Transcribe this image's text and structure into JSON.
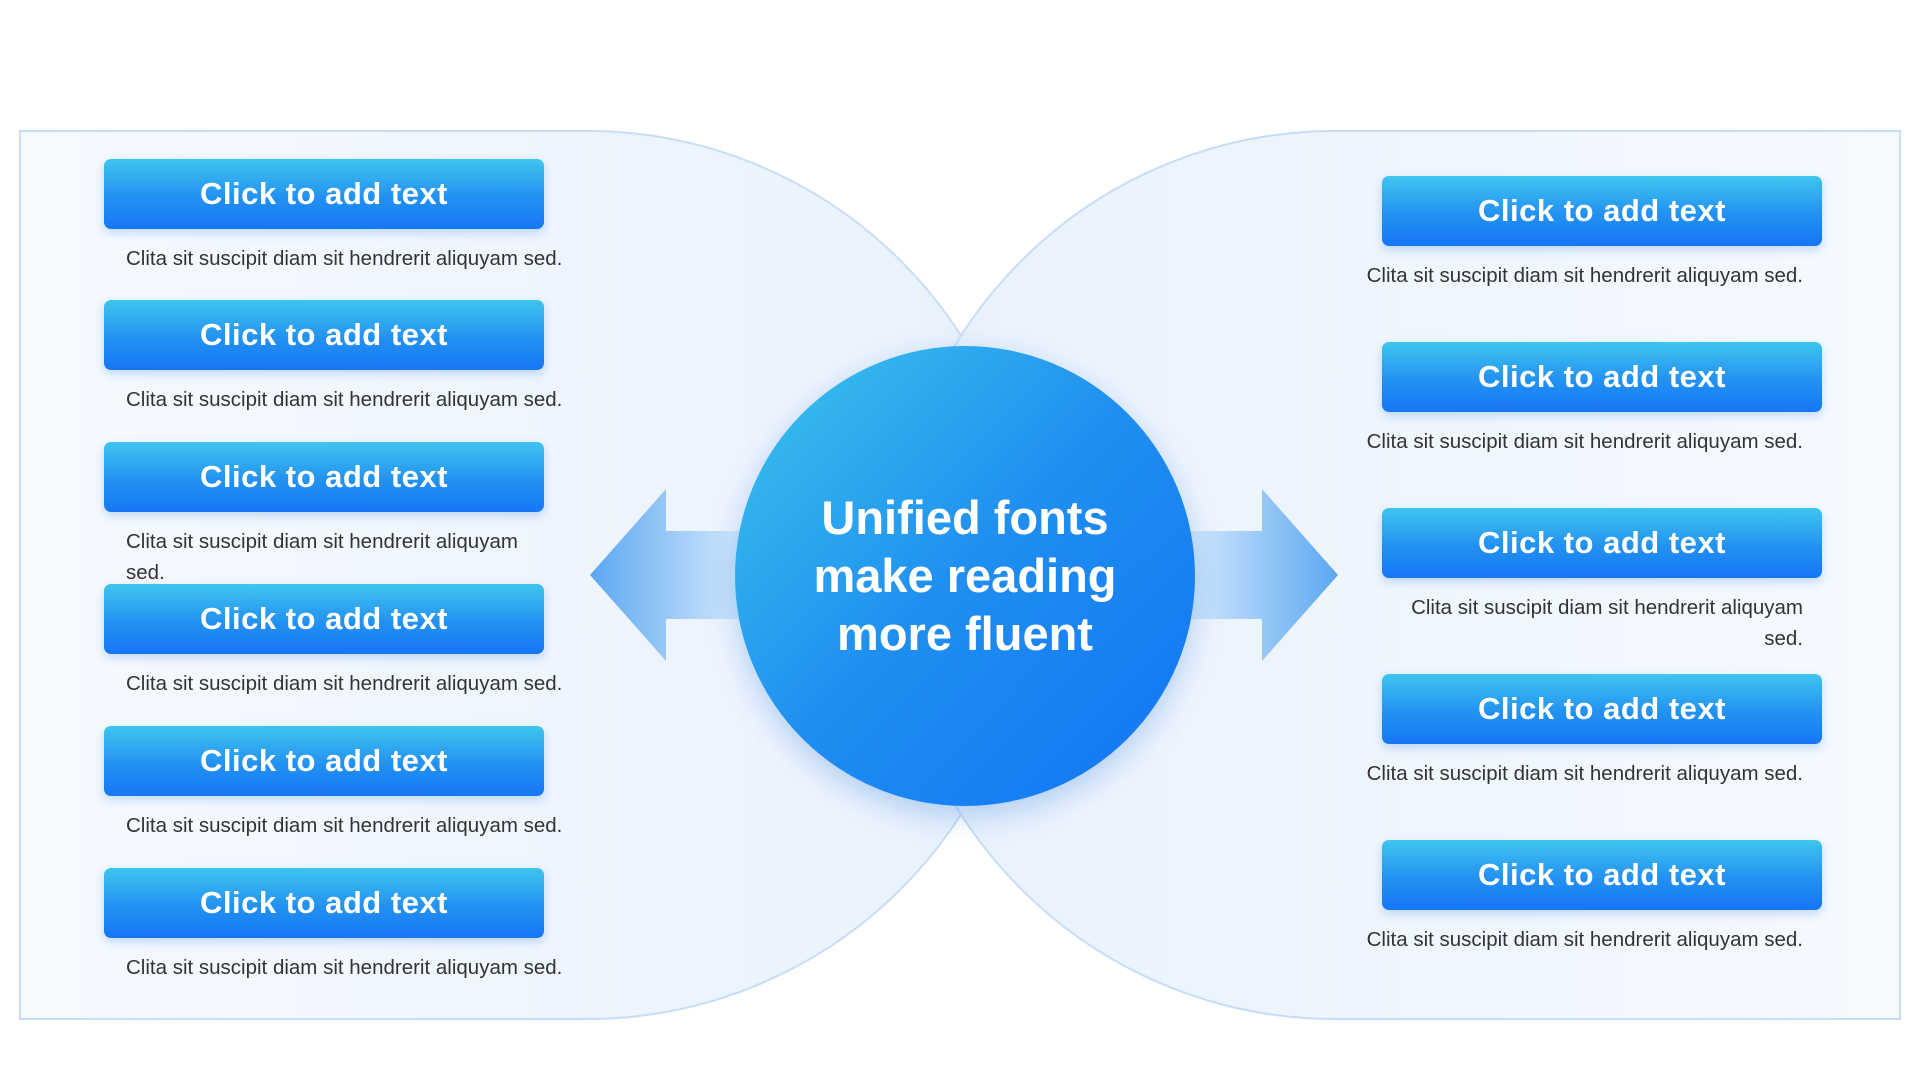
{
  "center": {
    "title": "Unified fonts make reading more fluent"
  },
  "left_items": [
    {
      "title": "Click to add text",
      "text": "Clita sit suscipit diam sit hendrerit aliquyam sed."
    },
    {
      "title": "Click to add text",
      "text": "Clita sit suscipit diam sit hendrerit aliquyam sed."
    },
    {
      "title": "Click to add text",
      "text": "Clita sit suscipit diam sit hendrerit aliquyam sed."
    },
    {
      "title": "Click to add text",
      "text": "Clita sit suscipit diam sit hendrerit aliquyam sed."
    },
    {
      "title": "Click to add text",
      "text": "Clita sit suscipit diam sit hendrerit aliquyam sed."
    },
    {
      "title": "Click to add text",
      "text": "Clita sit suscipit diam sit hendrerit aliquyam sed."
    }
  ],
  "right_items": [
    {
      "title": "Click to add text",
      "text": "Clita sit suscipit diam sit hendrerit aliquyam sed."
    },
    {
      "title": "Click to add text",
      "text": "Clita sit suscipit diam sit hendrerit aliquyam sed."
    },
    {
      "title": "Click to add text",
      "text": "Clita sit suscipit diam sit hendrerit aliquyam sed."
    },
    {
      "title": "Click to add text",
      "text": "Clita sit suscipit diam sit hendrerit aliquyam sed."
    },
    {
      "title": "Click to add text",
      "text": "Clita sit suscipit diam sit hendrerit aliquyam sed."
    }
  ],
  "colors": {
    "accent_light": "#3ec5ee",
    "accent_dark": "#1577f6",
    "panel_fill": "#eaf3fd",
    "panel_stroke": "#c2daf6",
    "text": "#333333"
  }
}
